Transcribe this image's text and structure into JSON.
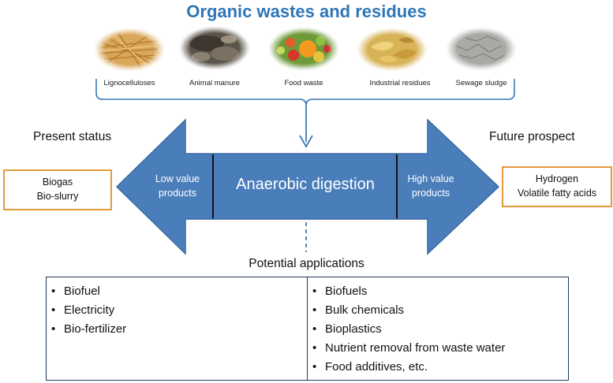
{
  "title": "Organic wastes and residues",
  "wastes": [
    {
      "label": "Lignocelluloses",
      "icon": "straw-icon"
    },
    {
      "label": "Animal manure",
      "icon": "manure-icon"
    },
    {
      "label": "Food waste",
      "icon": "food-waste-icon"
    },
    {
      "label": "Industrial residues",
      "icon": "industrial-residue-icon"
    },
    {
      "label": "Sewage sludge",
      "icon": "sludge-icon"
    }
  ],
  "present": {
    "heading": "Present status",
    "products": [
      "Biogas",
      "Bio-slurry"
    ]
  },
  "future": {
    "heading": "Future prospect",
    "products": [
      "Hydrogen",
      "Volatile fatty acids"
    ]
  },
  "arrow": {
    "left_text": [
      "Low value",
      "products"
    ],
    "center_text": "Anaerobic digestion",
    "right_text": [
      "High value",
      "products"
    ],
    "color": "#4a7ebb"
  },
  "applications": {
    "heading": "Potential applications",
    "left": [
      "Biofuel",
      "Electricity",
      "Bio-fertilizer"
    ],
    "right": [
      "Biofuels",
      "Bulk chemicals",
      "Bioplastics",
      "Nutrient removal from waste water",
      "Food additives, etc."
    ]
  }
}
